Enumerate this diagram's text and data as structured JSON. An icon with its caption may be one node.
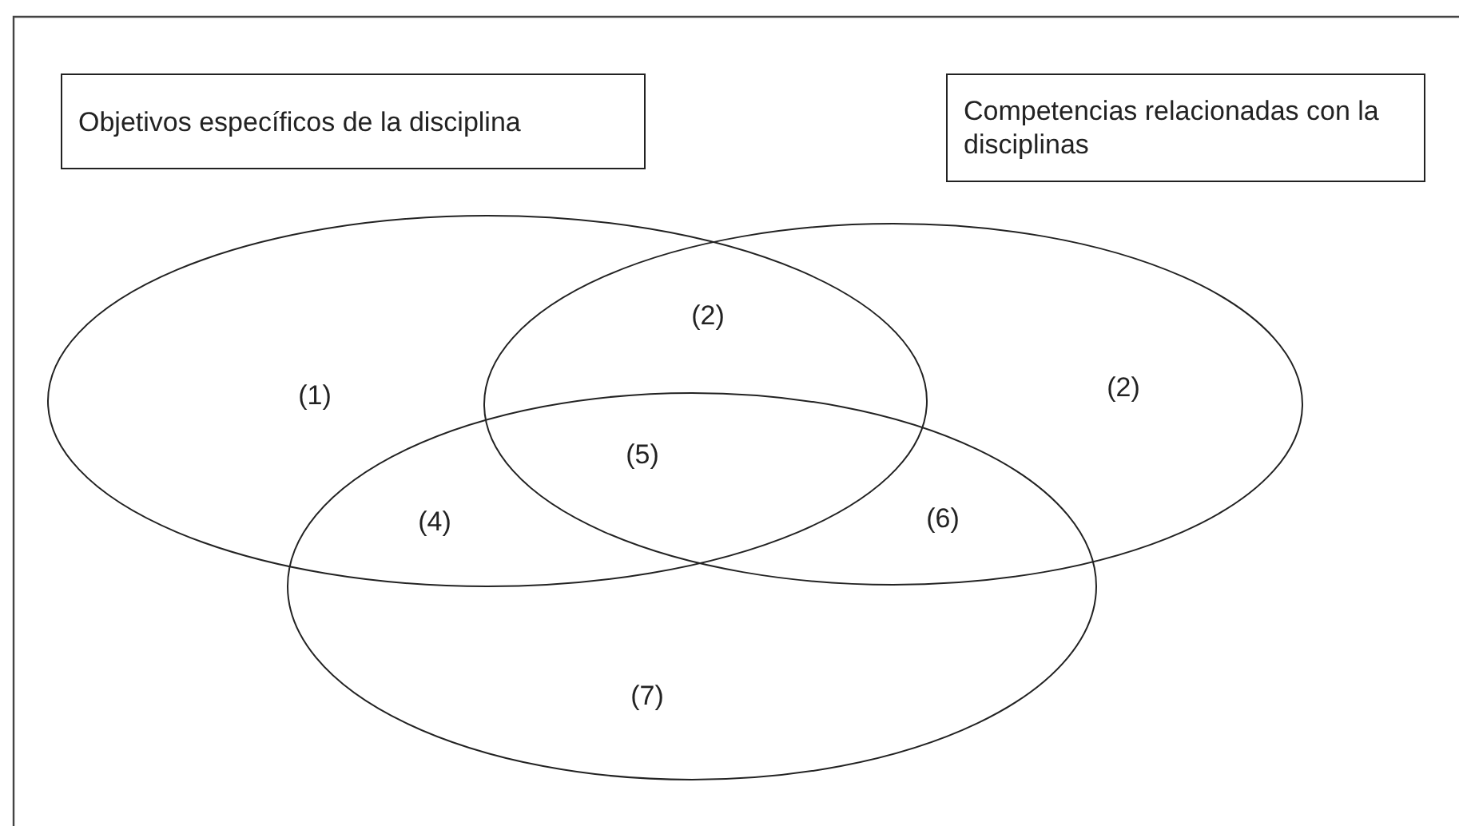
{
  "diagram": {
    "nodes": [
      {
        "text": [
          "Objetivos específicos de la disciplina"
        ]
      },
      {
        "text": [
          "Competencias relacionadas con la disciplinas"
        ]
      },
      {
        "text": [],
        "shape": "ellipse"
      },
      {
        "text": [],
        "shape": "ellipse"
      },
      {
        "text": [],
        "shape": "ellipse"
      }
    ],
    "edges": [],
    "labels": [
      "(2)",
      "(1)",
      "(2)",
      "(5)",
      "(4)",
      "(6)",
      "(7)"
    ]
  }
}
